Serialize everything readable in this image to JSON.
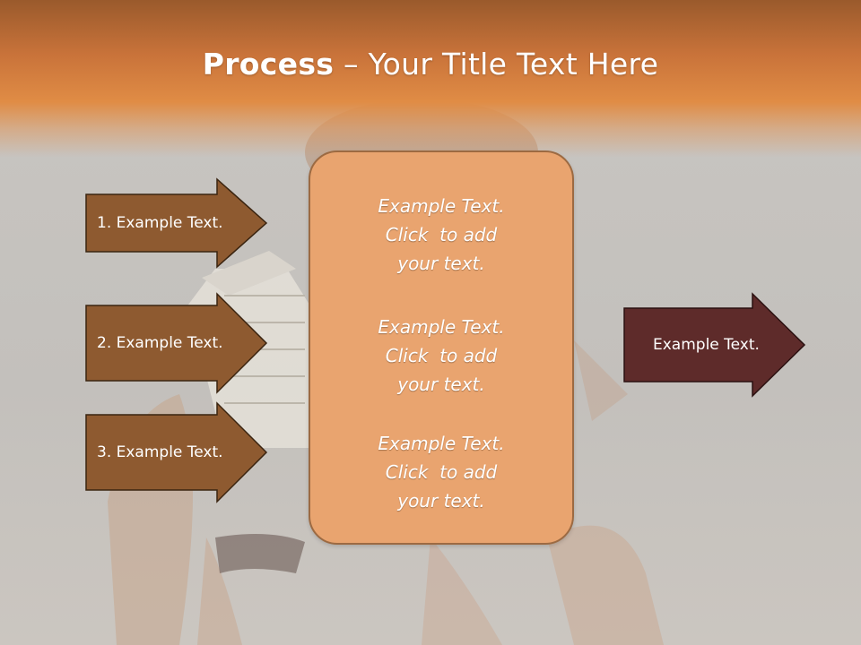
{
  "title": {
    "bold": "Process",
    "rest": " – Your Title Text Here"
  },
  "left_arrows": [
    {
      "label": "1. Example Text."
    },
    {
      "label": "2. Example Text."
    },
    {
      "label": "3. Example Text."
    }
  ],
  "center_blocks": [
    {
      "lines": [
        "Example Text.",
        "Click  to add",
        "your text."
      ]
    },
    {
      "lines": [
        "Example Text.",
        "Click  to add",
        "your text."
      ]
    },
    {
      "lines": [
        "Example Text.",
        "Click  to add",
        "your text."
      ]
    }
  ],
  "right_arrow": {
    "label": "Example Text."
  },
  "colors": {
    "left_arrow_fill": "#8e5a30",
    "left_arrow_stroke": "#3a2410",
    "right_arrow_fill": "#5e2b2a",
    "right_arrow_stroke": "#2a1010",
    "center_fill": "#e9a46f",
    "header_orange": "#e08c45"
  }
}
